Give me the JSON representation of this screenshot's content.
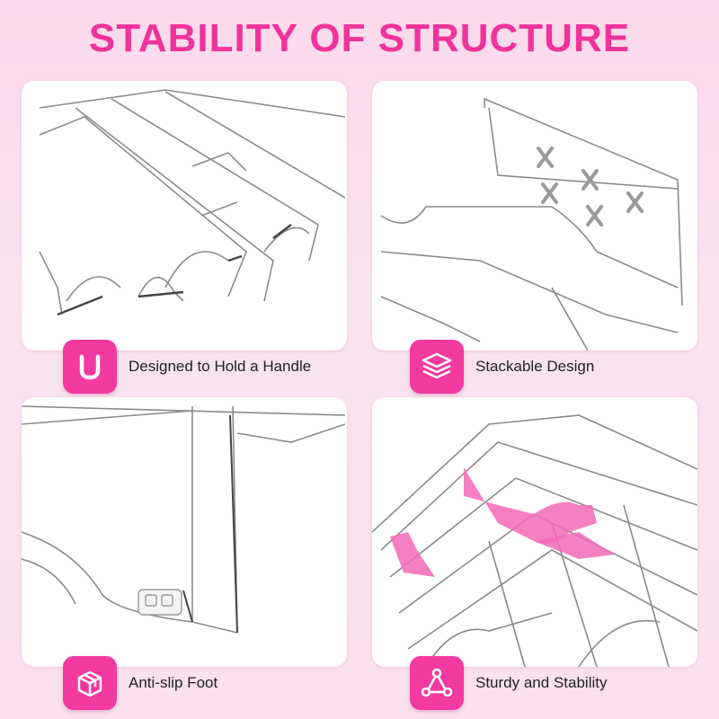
{
  "header": {
    "title": "STABILITY OF STRUCTURE"
  },
  "accent_color": "#f23aa0",
  "features": [
    {
      "label": "Designed to Hold a Handle",
      "icon": "u-handle-icon"
    },
    {
      "label": "Stackable Design",
      "icon": "stack-layers-icon"
    },
    {
      "label": "Anti-slip Foot",
      "icon": "cube-box-icon"
    },
    {
      "label": "Sturdy and Stability",
      "icon": "triangle-nodes-icon"
    }
  ]
}
